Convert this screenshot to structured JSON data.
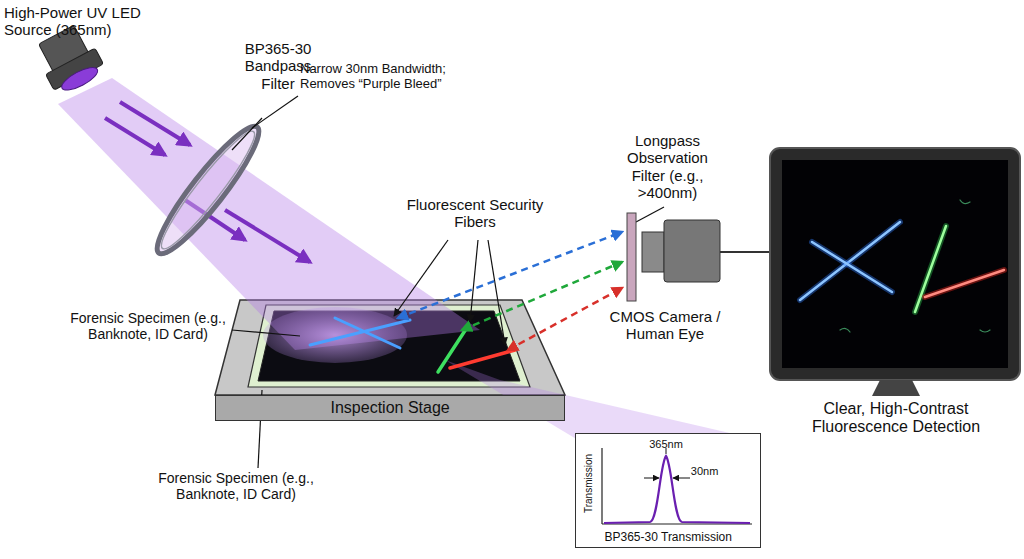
{
  "diagram": {
    "nodes": [
      {
        "text": [
          "Inspection Stage"
        ]
      },
      {
        "text": [
          "365nm",
          "30nm",
          "Transmission",
          "BP365-30 Transmission"
        ]
      }
    ],
    "labels": [
      "High-Power UV LED Source (365nm)",
      "BP365-30 Bandpass Filter",
      "Narrow 30nm Bandwidth; Removes “Purple Bleed”",
      "Fluorescent Security Fibers",
      "Forensic Specimen (e.g., Banknote, ID Card)",
      "Longpass Observation Filter (e.g., >400nm)",
      "CMOS Camera / Human Eye",
      "Forensic Specimen (e.g., Banknote, ID Card)",
      "Clear, High-Contrast Fluorescence Detection"
    ]
  }
}
